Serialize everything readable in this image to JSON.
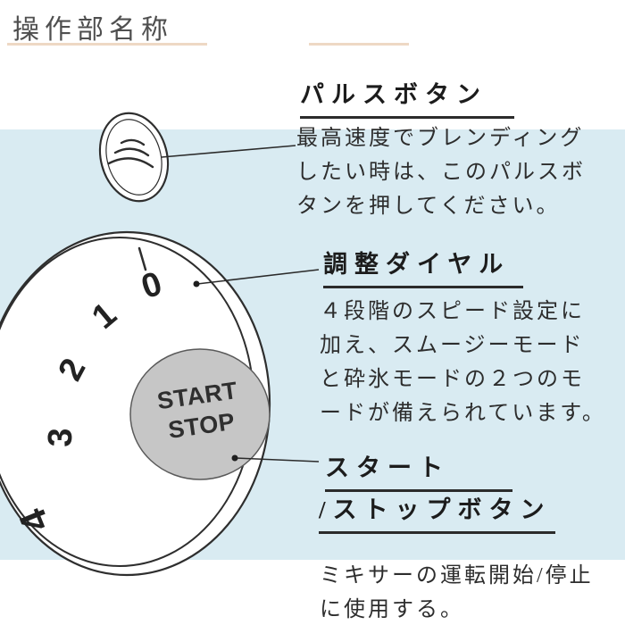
{
  "title": "操作部名称",
  "illustration": {
    "dial_numbers": [
      "0",
      "1",
      "2",
      "3",
      "4"
    ],
    "start_stop_button": {
      "line1": "START",
      "line2": "STOP"
    }
  },
  "annotations": {
    "pulse": {
      "heading": "パルスボタン",
      "body": [
        "最高速度でブレンディング",
        "したい時は、このパルスボ",
        "タンを押してください。"
      ]
    },
    "dial": {
      "heading": "調整ダイヤル",
      "body": [
        "４段階のスピード設定に",
        "加え、スムージーモード",
        "と砕氷モードの２つのモ",
        "ードが備えられています。"
      ]
    },
    "start_stop": {
      "heading_line1": "スタート",
      "heading_line2": "/ストップボタン",
      "body": [
        "ミキサーの運転開始/停止",
        "に使用する。"
      ]
    }
  },
  "colors": {
    "background_blue": "#d9ebf2",
    "accent_beige": "#eed8c4",
    "text_dark": "#2d2d2d",
    "button_gray": "#c6c6c6",
    "line_dark": "#2b2b2b"
  }
}
